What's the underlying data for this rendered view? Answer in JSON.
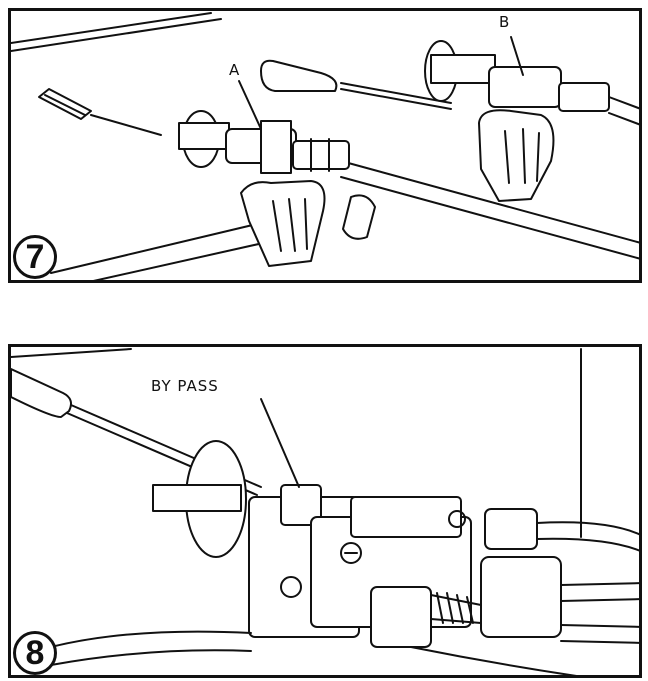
{
  "figures": [
    {
      "number": "7",
      "labels": {
        "a": "A",
        "b": "B"
      }
    },
    {
      "number": "8",
      "labels": {
        "bypass": "BY PASS"
      }
    }
  ]
}
